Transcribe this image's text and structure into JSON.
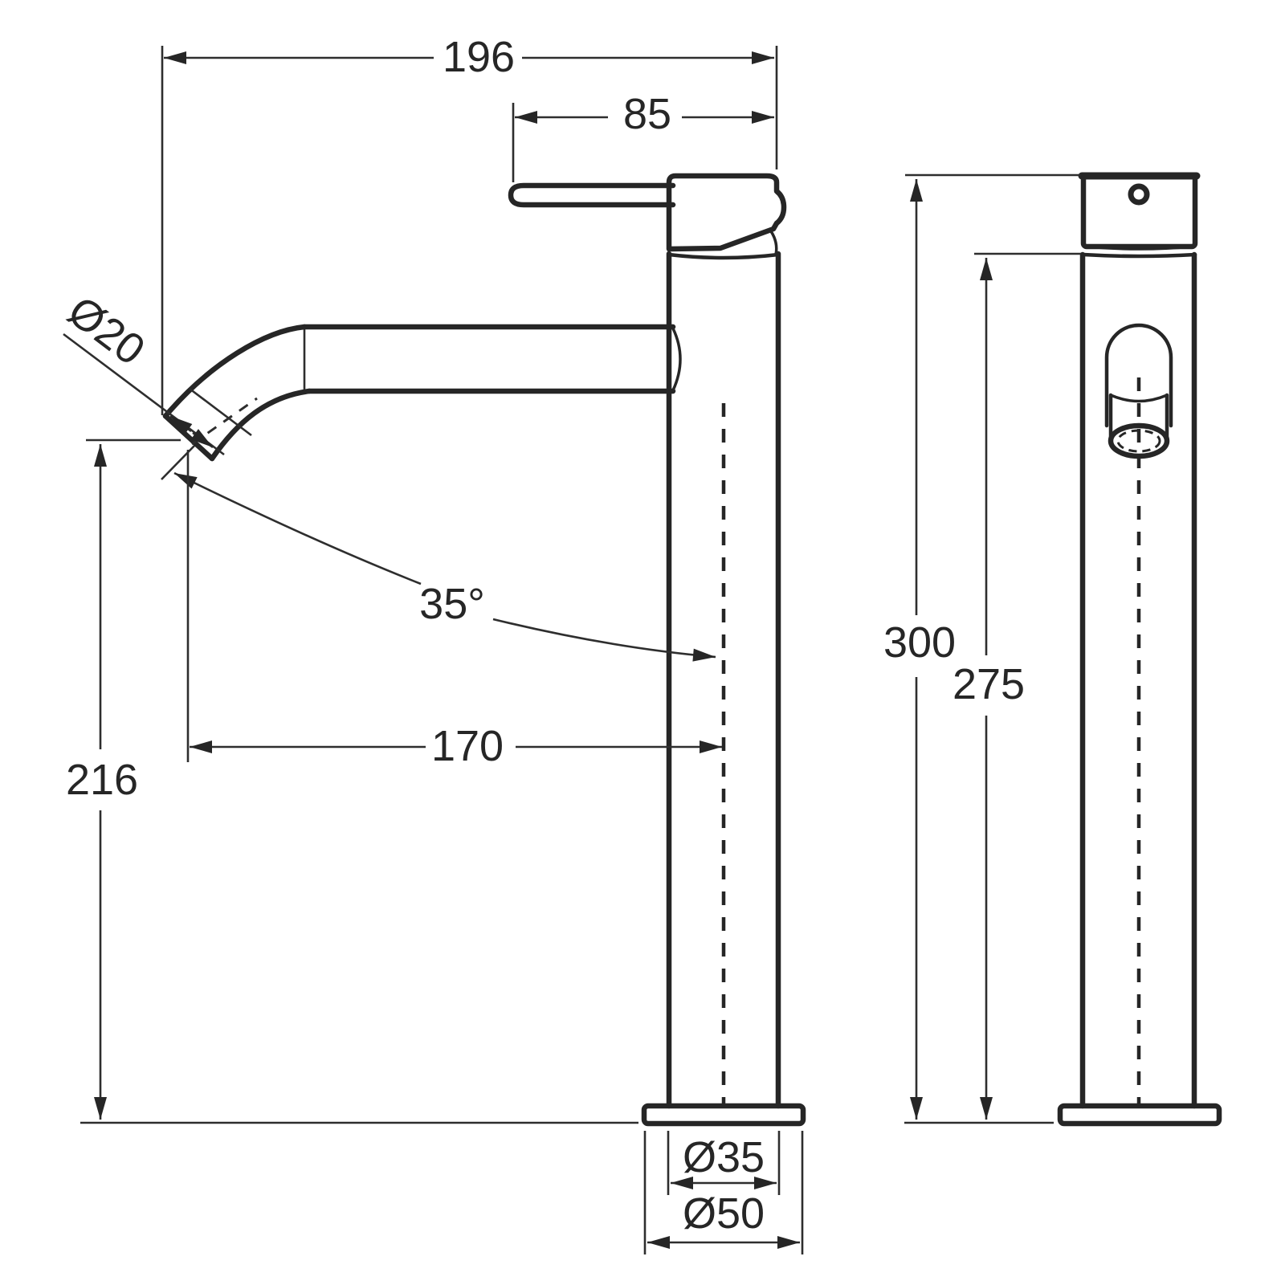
{
  "colors": {
    "line": "#262626",
    "background": "#ffffff"
  },
  "dimensions": {
    "spout_reach": "196",
    "handle_length": "85",
    "spout_outlet_diameter": "Ø20",
    "spout_angle": "35°",
    "outlet_height": "216",
    "spout_projection": "170",
    "body_diameter": "Ø35",
    "base_diameter": "Ø50",
    "overall_height": "300",
    "body_height": "275"
  }
}
